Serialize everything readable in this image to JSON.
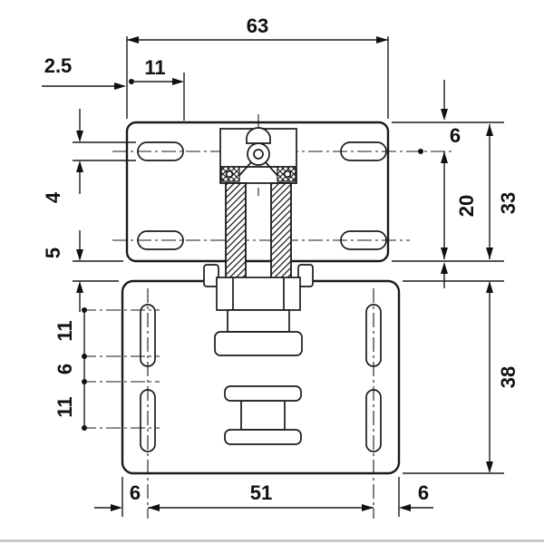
{
  "colors": {
    "line": "#1a1a1a",
    "text": "#111111",
    "background": "#ffffff"
  },
  "dims": {
    "top_width": "63",
    "edge_offset": "2.5",
    "hole_offset": "11",
    "top_to_slot": "6",
    "slot_span": "20",
    "upper_height": "33",
    "slot_width": "4",
    "plate_gap": "5",
    "chain_a": "11",
    "chain_b": "6",
    "chain_c": "11",
    "lower_height": "38",
    "bottom_left": "6",
    "bottom_span": "51",
    "bottom_right": "6"
  }
}
